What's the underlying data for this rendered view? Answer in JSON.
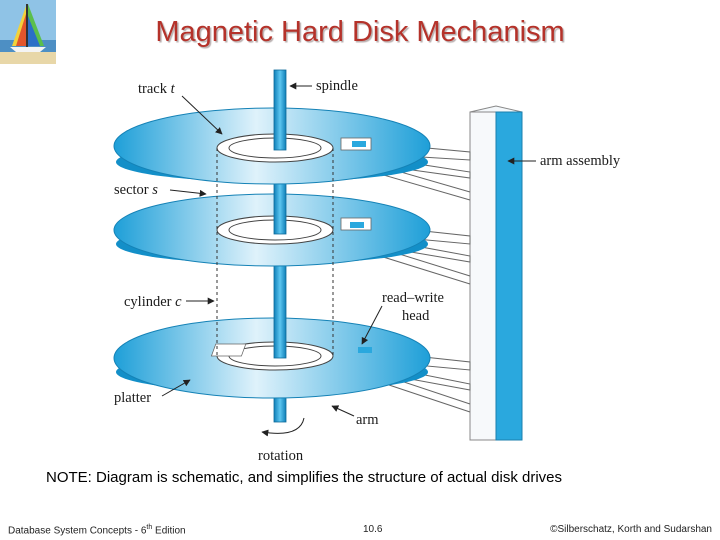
{
  "slide": {
    "title": "Magnetic Hard Disk Mechanism",
    "note": "NOTE: Diagram is schematic, and simplifies the structure of actual disk drives"
  },
  "diagram": {
    "labels": {
      "track": "track",
      "track_var": "t",
      "spindle": "spindle",
      "arm_assembly": "arm assembly",
      "sector": "sector",
      "sector_var": "s",
      "cylinder": "cylinder",
      "cylinder_var": "c",
      "read_write_line1": "read–write",
      "read_write_line2": "head",
      "platter": "platter",
      "arm": "arm",
      "rotation": "rotation"
    },
    "colors": {
      "platter_blue": "#2aa8de",
      "platter_light": "#e6f5fc",
      "title_red": "#b5322a"
    }
  },
  "footer": {
    "left_prefix": "Database System Concepts - 6",
    "left_sup": "th",
    "left_suffix": " Edition",
    "page": "10.6",
    "right": "©Silberschatz, Korth and Sudarshan"
  },
  "icons": {
    "logo": "sailboat-logo-icon"
  }
}
